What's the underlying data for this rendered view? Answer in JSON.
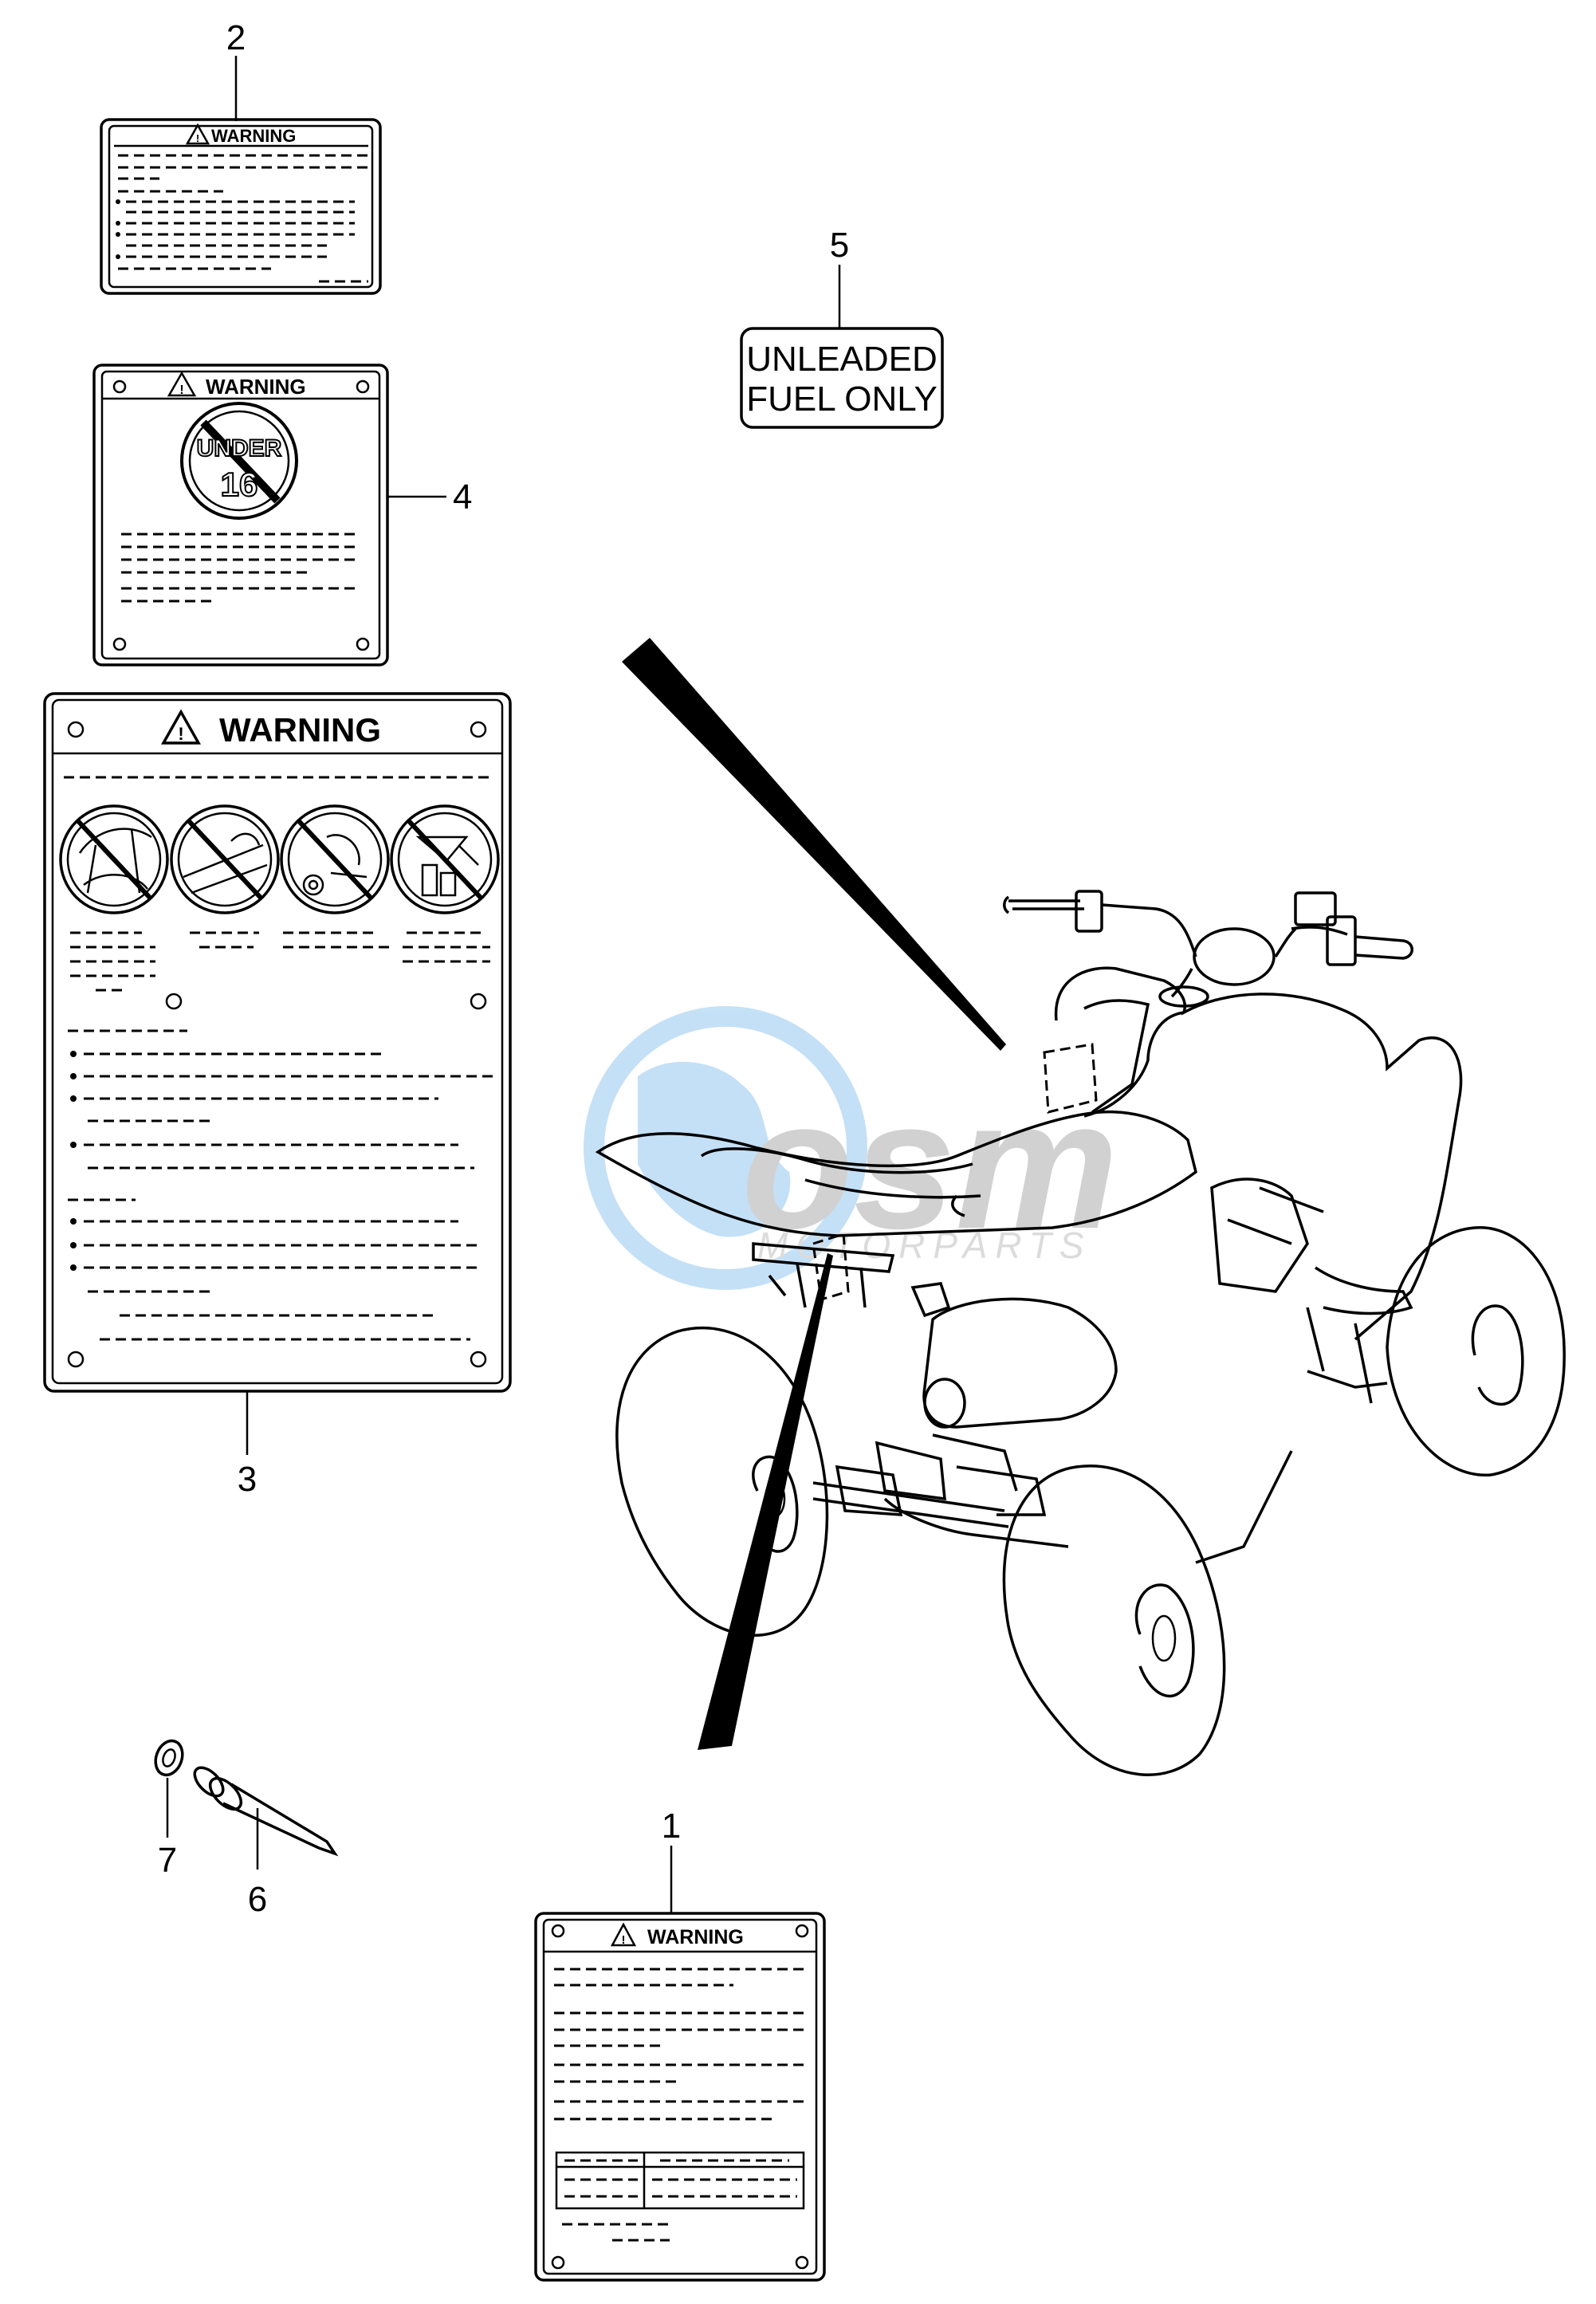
{
  "callouts": {
    "c1": "1",
    "c2": "2",
    "c3": "3",
    "c4": "4",
    "c5": "5",
    "c6": "6",
    "c7": "7"
  },
  "labels": {
    "warning": "WARNING",
    "age_badge_line1": "UNDER",
    "age_badge_line2": "16",
    "fuel_line1": "UNLEADED",
    "fuel_line2": "FUEL ONLY"
  },
  "watermark": {
    "brand": "osm",
    "sub": "MOTORPARTS",
    "color": "#5aa9e6"
  }
}
